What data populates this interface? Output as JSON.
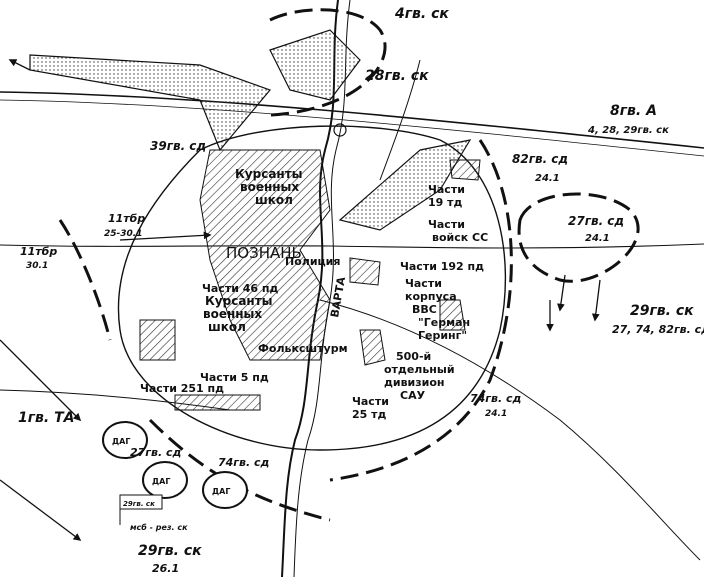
{
  "map": {
    "city": "ПОЗНАНЬ",
    "river": "ВАРТА",
    "labels": {
      "gv4_sk": "4гв. ск",
      "gv28_sk": "28гв. ск",
      "army8_title": "8гв. А",
      "army8_sub": "4, 28, 29гв. ск",
      "gv39_sd": "39гв. сд",
      "gv82_sd": "82гв. сд",
      "gv82_date": "24.1",
      "cadets1_l1": "Курсанты",
      "cadets1_l2": "военных",
      "cadets1_l3": "школ",
      "chasti19_l1": "Части",
      "chasti19_l2": "19 тд",
      "ss_l1": "Части",
      "ss_l2": "войск СС",
      "tbr11a": "11тбр",
      "tbr11a_date": "25-30.1",
      "tbr11b": "11тбр",
      "tbr11b_date": "30.1",
      "police": "Полиция",
      "chasti192": "Части 192 пд",
      "gv27_sd_top": "27гв. сд",
      "gv27_date_top": "24.1",
      "chasti46": "Части 46 пд",
      "cadets2_l1": "Курсанты",
      "cadets2_l2": "военных",
      "cadets2_l3": "школ",
      "goering_l1": "Части",
      "goering_l2": "корпуса",
      "goering_l3": "ВВС",
      "goering_l4": "\"Герман",
      "goering_l5": "Геринг\"",
      "gv29_sk_right": "29гв. ск",
      "gv29_sk_right_sub": "27, 74, 82гв. сд",
      "volkssturm": "Фольксштурм",
      "sau_l1": "500-й",
      "sau_l2": "отдельный",
      "sau_l3": "дивизион",
      "sau_l4": "САУ",
      "chasti5pd": "Части 5 пд",
      "chasti251": "Части 251 пд",
      "gv74_sd_right": "74гв. сд",
      "gv74_date_right": "24.1",
      "chasti25_l1": "Части",
      "chasti25_l2": "25 тд",
      "ta1": "1гв. ТА",
      "gv27_sd_bottom": "27гв. сд",
      "gv74_sd_bottom": "74гв. сд",
      "flag_gv29": "29гв. ск",
      "msb_rez": "мсб - рез. ск",
      "gv29_sk_bottom": "29гв. ск",
      "gv29_date_bottom": "26.1",
      "dag": "ДАГ",
      "gv74_sd": "74гв. сд",
      "gv27_sd": "27гв. сд"
    }
  },
  "colors": {
    "ink": "#111111",
    "paper": "#ffffff",
    "hatch": "#333333"
  }
}
